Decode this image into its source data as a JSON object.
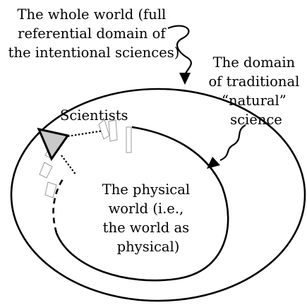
{
  "labels": {
    "whole_world": [
      "The whole world (full",
      "referential domain of",
      "the intentional sciences)"
    ],
    "natural_science": [
      "The domain",
      "of traditional",
      "“natural”",
      "science"
    ],
    "scientists": "Scientists",
    "physical_world": [
      "The physical",
      "world (i.e.,",
      "the world as",
      "physical)"
    ]
  },
  "colors": {
    "ink": "#000000",
    "head_fill": "#c9c9c9",
    "background": "#ffffff"
  }
}
